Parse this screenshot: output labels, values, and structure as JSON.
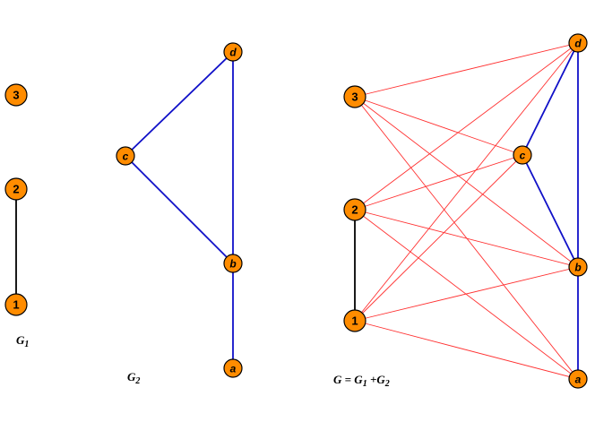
{
  "colors": {
    "node_fill": "#ff8c00",
    "node_stroke": "#000000",
    "edge_g1": "#000000",
    "edge_g2": "#1010c8",
    "edge_join": "#ff3030"
  },
  "graphs": [
    {
      "id": "g1",
      "caption": {
        "base": "G",
        "sub": "1"
      },
      "nodes": [
        {
          "id": "g1-3",
          "label": "3",
          "italic": false
        },
        {
          "id": "g1-2",
          "label": "2",
          "italic": false
        },
        {
          "id": "g1-1",
          "label": "1",
          "italic": false
        }
      ],
      "edges": [
        {
          "from": "g1-2",
          "to": "g1-1",
          "kind": "g1"
        }
      ]
    },
    {
      "id": "g2",
      "caption": {
        "base": "G",
        "sub": "2"
      },
      "nodes": [
        {
          "id": "g2-d",
          "label": "d",
          "italic": true
        },
        {
          "id": "g2-c",
          "label": "c",
          "italic": true
        },
        {
          "id": "g2-b",
          "label": "b",
          "italic": true
        },
        {
          "id": "g2-a",
          "label": "a",
          "italic": true
        }
      ],
      "edges": [
        {
          "from": "g2-d",
          "to": "g2-c",
          "kind": "g2"
        },
        {
          "from": "g2-d",
          "to": "g2-b",
          "kind": "g2"
        },
        {
          "from": "g2-c",
          "to": "g2-b",
          "kind": "g2"
        },
        {
          "from": "g2-b",
          "to": "g2-a",
          "kind": "g2"
        }
      ]
    },
    {
      "id": "g",
      "caption": {
        "parts": [
          {
            "t": "G = G"
          },
          {
            "t": "1",
            "sub": true
          },
          {
            "t": " +G"
          },
          {
            "t": "2",
            "sub": true
          }
        ]
      },
      "nodes": [
        {
          "id": "g-3",
          "label": "3",
          "italic": false
        },
        {
          "id": "g-2",
          "label": "2",
          "italic": false
        },
        {
          "id": "g-1",
          "label": "1",
          "italic": false
        },
        {
          "id": "g-d",
          "label": "d",
          "italic": true
        },
        {
          "id": "g-c",
          "label": "c",
          "italic": true
        },
        {
          "id": "g-b",
          "label": "b",
          "italic": true
        },
        {
          "id": "g-a",
          "label": "a",
          "italic": true
        }
      ],
      "edges": [
        {
          "from": "g-2",
          "to": "g-1",
          "kind": "g1"
        },
        {
          "from": "g-d",
          "to": "g-c",
          "kind": "g2"
        },
        {
          "from": "g-d",
          "to": "g-b",
          "kind": "g2"
        },
        {
          "from": "g-c",
          "to": "g-b",
          "kind": "g2"
        },
        {
          "from": "g-b",
          "to": "g-a",
          "kind": "g2"
        },
        {
          "from": "g-3",
          "to": "g-d",
          "kind": "join"
        },
        {
          "from": "g-3",
          "to": "g-c",
          "kind": "join"
        },
        {
          "from": "g-3",
          "to": "g-b",
          "kind": "join"
        },
        {
          "from": "g-3",
          "to": "g-a",
          "kind": "join"
        },
        {
          "from": "g-2",
          "to": "g-d",
          "kind": "join"
        },
        {
          "from": "g-2",
          "to": "g-c",
          "kind": "join"
        },
        {
          "from": "g-2",
          "to": "g-b",
          "kind": "join"
        },
        {
          "from": "g-2",
          "to": "g-a",
          "kind": "join"
        },
        {
          "from": "g-1",
          "to": "g-d",
          "kind": "join"
        },
        {
          "from": "g-1",
          "to": "g-c",
          "kind": "join"
        },
        {
          "from": "g-1",
          "to": "g-b",
          "kind": "join"
        },
        {
          "from": "g-1",
          "to": "g-a",
          "kind": "join"
        }
      ]
    }
  ]
}
